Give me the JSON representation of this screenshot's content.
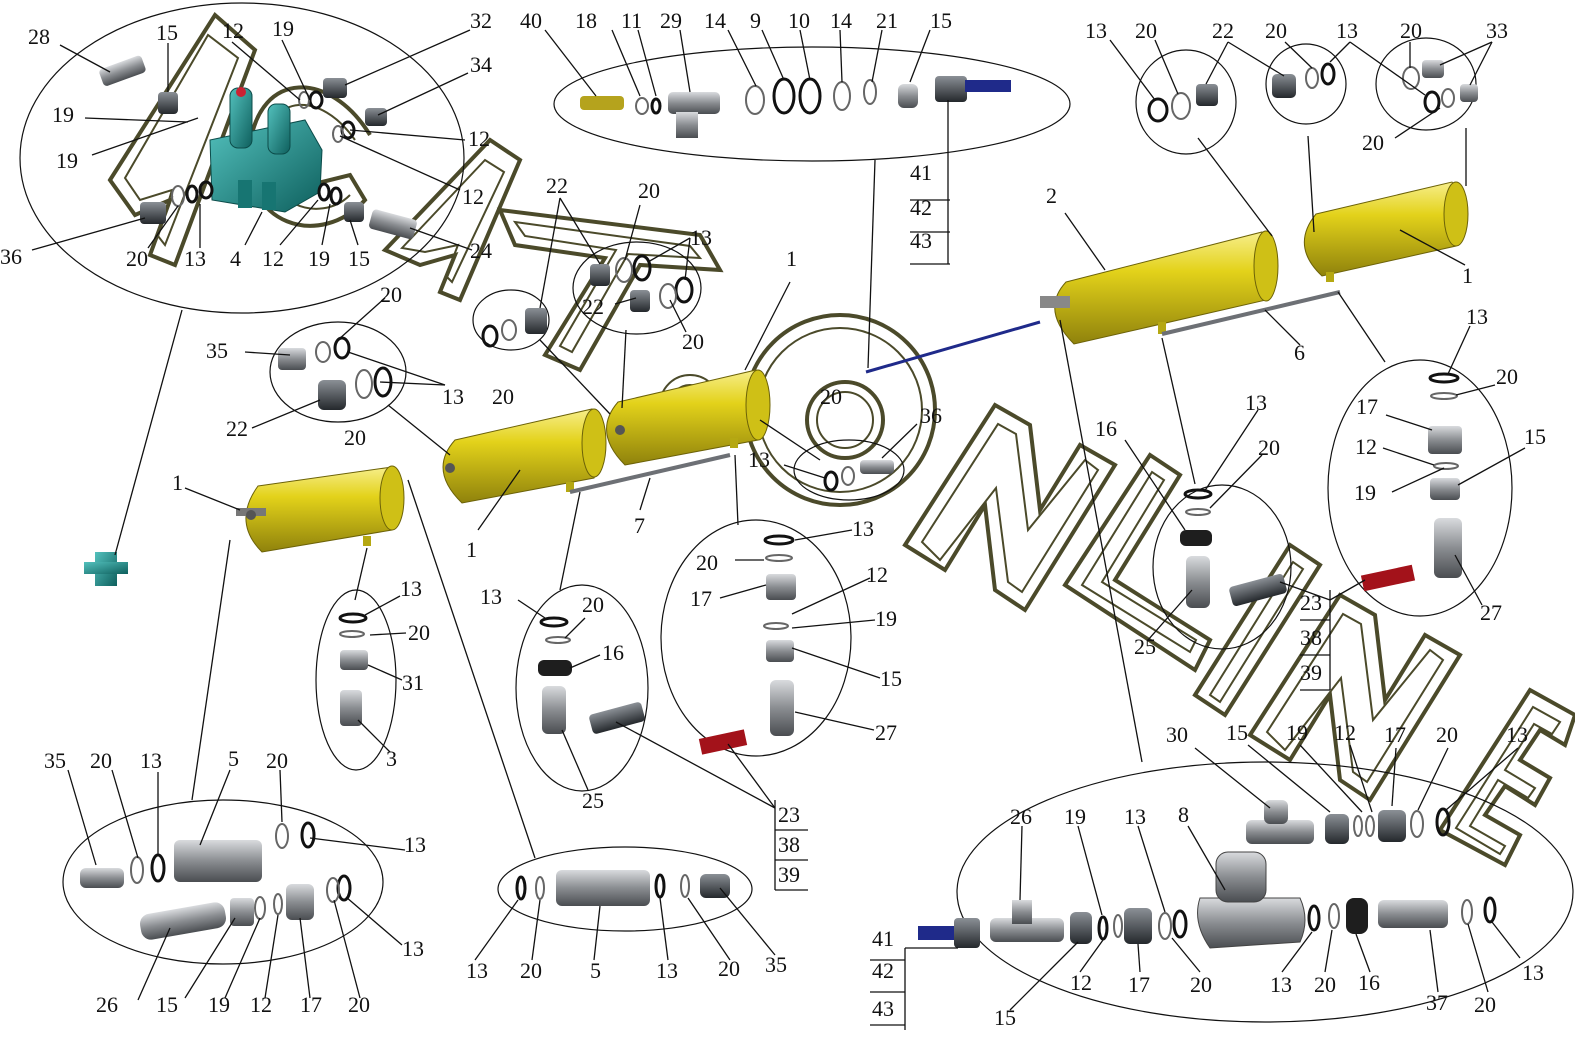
{
  "watermark": {
    "text": "AGATO ONLINE"
  },
  "colors": {
    "tank_yellow": "#e3d21a",
    "tank_shade": "#9d8f10",
    "valve_teal": "#1f8e8c",
    "metal_gray": "#8a8d91",
    "dark_part": "#3e4247",
    "blue_hose": "#1f2a8a",
    "red_hose": "#a3121a",
    "watermark": "#4b4a2a"
  },
  "labels": [
    {
      "id": "l-28",
      "text": "28"
    },
    {
      "id": "l-15a",
      "text": "15"
    },
    {
      "id": "l-12a",
      "text": "12"
    },
    {
      "id": "l-19a",
      "text": "19"
    },
    {
      "id": "l-32",
      "text": "32"
    },
    {
      "id": "l-34",
      "text": "34"
    },
    {
      "id": "l-19b",
      "text": "19"
    },
    {
      "id": "l-12b",
      "text": "12"
    },
    {
      "id": "l-19c",
      "text": "19"
    },
    {
      "id": "l-12c",
      "text": "12"
    },
    {
      "id": "l-36a",
      "text": "36"
    },
    {
      "id": "l-20a",
      "text": "20"
    },
    {
      "id": "l-13a",
      "text": "13"
    },
    {
      "id": "l-4",
      "text": "4"
    },
    {
      "id": "l-12d",
      "text": "12"
    },
    {
      "id": "l-19d",
      "text": "19"
    },
    {
      "id": "l-15b",
      "text": "15"
    },
    {
      "id": "l-24",
      "text": "24"
    },
    {
      "id": "l-40",
      "text": "40"
    },
    {
      "id": "l-18",
      "text": "18"
    },
    {
      "id": "l-11",
      "text": "11"
    },
    {
      "id": "l-29",
      "text": "29"
    },
    {
      "id": "l-14a",
      "text": "14"
    },
    {
      "id": "l-9",
      "text": "9"
    },
    {
      "id": "l-10",
      "text": "10"
    },
    {
      "id": "l-14b",
      "text": "14"
    },
    {
      "id": "l-21",
      "text": "21"
    },
    {
      "id": "l-15c",
      "text": "15"
    },
    {
      "id": "l-41a",
      "text": "41"
    },
    {
      "id": "l-42a",
      "text": "42"
    },
    {
      "id": "l-43a",
      "text": "43"
    },
    {
      "id": "l-13b",
      "text": "13"
    },
    {
      "id": "l-20b",
      "text": "20"
    },
    {
      "id": "l-22a",
      "text": "22"
    },
    {
      "id": "l-20c",
      "text": "20"
    },
    {
      "id": "l-13c",
      "text": "13"
    },
    {
      "id": "l-20d",
      "text": "20"
    },
    {
      "id": "l-33",
      "text": "33"
    },
    {
      "id": "l-20e",
      "text": "20"
    },
    {
      "id": "l-2",
      "text": "2"
    },
    {
      "id": "l-1a",
      "text": "1"
    },
    {
      "id": "l-6",
      "text": "6"
    },
    {
      "id": "l-22b",
      "text": "22"
    },
    {
      "id": "l-20f",
      "text": "20"
    },
    {
      "id": "l-13d",
      "text": "13"
    },
    {
      "id": "l-22c",
      "text": "22"
    },
    {
      "id": "l-20g",
      "text": "20"
    },
    {
      "id": "l-1b",
      "text": "1"
    },
    {
      "id": "l-20h",
      "text": "20"
    },
    {
      "id": "l-35a",
      "text": "35"
    },
    {
      "id": "l-13e",
      "text": "13"
    },
    {
      "id": "l-22d",
      "text": "22"
    },
    {
      "id": "l-20i",
      "text": "20"
    },
    {
      "id": "l-20j",
      "text": "20"
    },
    {
      "id": "l-1c",
      "text": "1"
    },
    {
      "id": "l-1d",
      "text": "1"
    },
    {
      "id": "l-7",
      "text": "7"
    },
    {
      "id": "l-20k",
      "text": "20"
    },
    {
      "id": "l-36b",
      "text": "36"
    },
    {
      "id": "l-13f",
      "text": "13"
    },
    {
      "id": "l-13g",
      "text": "13"
    },
    {
      "id": "l-20l",
      "text": "20"
    },
    {
      "id": "l-31",
      "text": "31"
    },
    {
      "id": "l-3",
      "text": "3"
    },
    {
      "id": "l-13h",
      "text": "13"
    },
    {
      "id": "l-20m",
      "text": "20"
    },
    {
      "id": "l-16a",
      "text": "16"
    },
    {
      "id": "l-25a",
      "text": "25"
    },
    {
      "id": "l-13i",
      "text": "13"
    },
    {
      "id": "l-20n",
      "text": "20"
    },
    {
      "id": "l-17a",
      "text": "17"
    },
    {
      "id": "l-12e",
      "text": "12"
    },
    {
      "id": "l-19e",
      "text": "19"
    },
    {
      "id": "l-15d",
      "text": "15"
    },
    {
      "id": "l-27a",
      "text": "27"
    },
    {
      "id": "l-23a",
      "text": "23"
    },
    {
      "id": "l-38a",
      "text": "38"
    },
    {
      "id": "l-39a",
      "text": "39"
    },
    {
      "id": "l-13j",
      "text": "13"
    },
    {
      "id": "l-20o",
      "text": "20"
    },
    {
      "id": "l-16b",
      "text": "16"
    },
    {
      "id": "l-25b",
      "text": "25"
    },
    {
      "id": "l-23b",
      "text": "23"
    },
    {
      "id": "l-38b",
      "text": "38"
    },
    {
      "id": "l-39b",
      "text": "39"
    },
    {
      "id": "l-13k",
      "text": "13"
    },
    {
      "id": "l-20p",
      "text": "20"
    },
    {
      "id": "l-17b",
      "text": "17"
    },
    {
      "id": "l-12f",
      "text": "12"
    },
    {
      "id": "l-15e",
      "text": "15"
    },
    {
      "id": "l-19f",
      "text": "19"
    },
    {
      "id": "l-27b",
      "text": "27"
    },
    {
      "id": "l-35b",
      "text": "35"
    },
    {
      "id": "l-20q",
      "text": "20"
    },
    {
      "id": "l-13l",
      "text": "13"
    },
    {
      "id": "l-5a",
      "text": "5"
    },
    {
      "id": "l-20r",
      "text": "20"
    },
    {
      "id": "l-13m",
      "text": "13"
    },
    {
      "id": "l-13n",
      "text": "13"
    },
    {
      "id": "l-26a",
      "text": "26"
    },
    {
      "id": "l-15f",
      "text": "15"
    },
    {
      "id": "l-19g",
      "text": "19"
    },
    {
      "id": "l-12g",
      "text": "12"
    },
    {
      "id": "l-17c",
      "text": "17"
    },
    {
      "id": "l-20s",
      "text": "20"
    },
    {
      "id": "l-13o",
      "text": "13"
    },
    {
      "id": "l-20t",
      "text": "20"
    },
    {
      "id": "l-5b",
      "text": "5"
    },
    {
      "id": "l-13p",
      "text": "13"
    },
    {
      "id": "l-20u",
      "text": "20"
    },
    {
      "id": "l-35c",
      "text": "35"
    },
    {
      "id": "l-30",
      "text": "30"
    },
    {
      "id": "l-15g",
      "text": "15"
    },
    {
      "id": "l-19h",
      "text": "19"
    },
    {
      "id": "l-12h",
      "text": "12"
    },
    {
      "id": "l-17d",
      "text": "17"
    },
    {
      "id": "l-20v",
      "text": "20"
    },
    {
      "id": "l-13q",
      "text": "13"
    },
    {
      "id": "l-26b",
      "text": "26"
    },
    {
      "id": "l-19i",
      "text": "19"
    },
    {
      "id": "l-13r",
      "text": "13"
    },
    {
      "id": "l-8",
      "text": "8"
    },
    {
      "id": "l-41b",
      "text": "41"
    },
    {
      "id": "l-42b",
      "text": "42"
    },
    {
      "id": "l-43b",
      "text": "43"
    },
    {
      "id": "l-15h",
      "text": "15"
    },
    {
      "id": "l-12i",
      "text": "12"
    },
    {
      "id": "l-17e",
      "text": "17"
    },
    {
      "id": "l-20w",
      "text": "20"
    },
    {
      "id": "l-13s",
      "text": "13"
    },
    {
      "id": "l-20x",
      "text": "20"
    },
    {
      "id": "l-16c",
      "text": "16"
    },
    {
      "id": "l-37",
      "text": "37"
    },
    {
      "id": "l-20y",
      "text": "20"
    },
    {
      "id": "l-13t",
      "text": "13"
    }
  ]
}
